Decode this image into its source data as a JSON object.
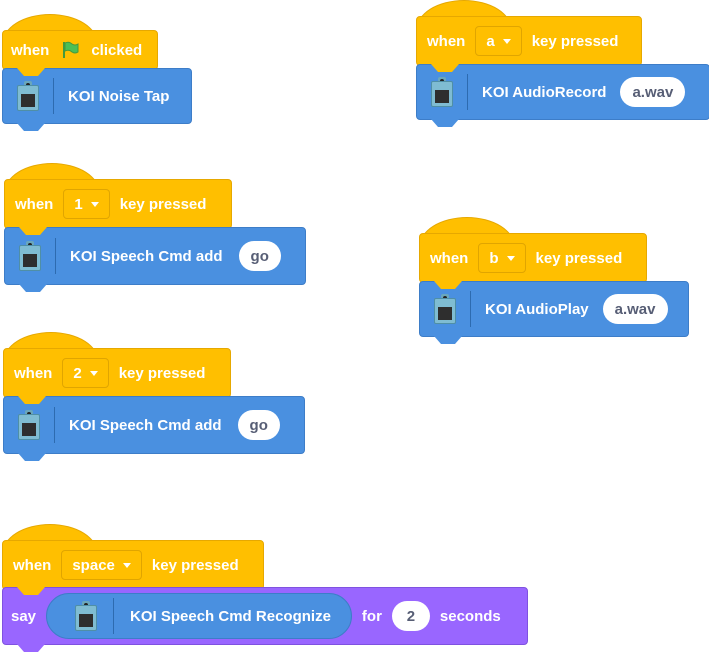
{
  "scripts": [
    {
      "hat": {
        "when": "when",
        "icon": "green-flag-icon",
        "label": "clicked"
      },
      "block": {
        "label": "KOI Noise Tap"
      }
    },
    {
      "hat": {
        "when": "when",
        "key": "1",
        "label": "key pressed"
      },
      "block": {
        "label": "KOI Speech Cmd add",
        "input": "go"
      }
    },
    {
      "hat": {
        "when": "when",
        "key": "2",
        "label": "key pressed"
      },
      "block": {
        "label": "KOI Speech Cmd add",
        "input": "go"
      }
    },
    {
      "hat": {
        "when": "when",
        "key": "space",
        "label": "key pressed"
      },
      "block": {
        "say": "say",
        "reporter": "KOI Speech Cmd Recognize",
        "for": "for",
        "seconds_value": "2",
        "seconds": "seconds"
      }
    },
    {
      "hat": {
        "when": "when",
        "key": "a",
        "label": "key pressed"
      },
      "block": {
        "label": "KOI AudioRecord",
        "input": "a.wav"
      }
    },
    {
      "hat": {
        "when": "when",
        "key": "b",
        "label": "key pressed"
      },
      "block": {
        "label": "KOI AudioPlay",
        "input": "a.wav"
      }
    }
  ],
  "colors": {
    "events": "#ffbf00",
    "extension": "#4a90e0",
    "looks": "#9966ff"
  }
}
